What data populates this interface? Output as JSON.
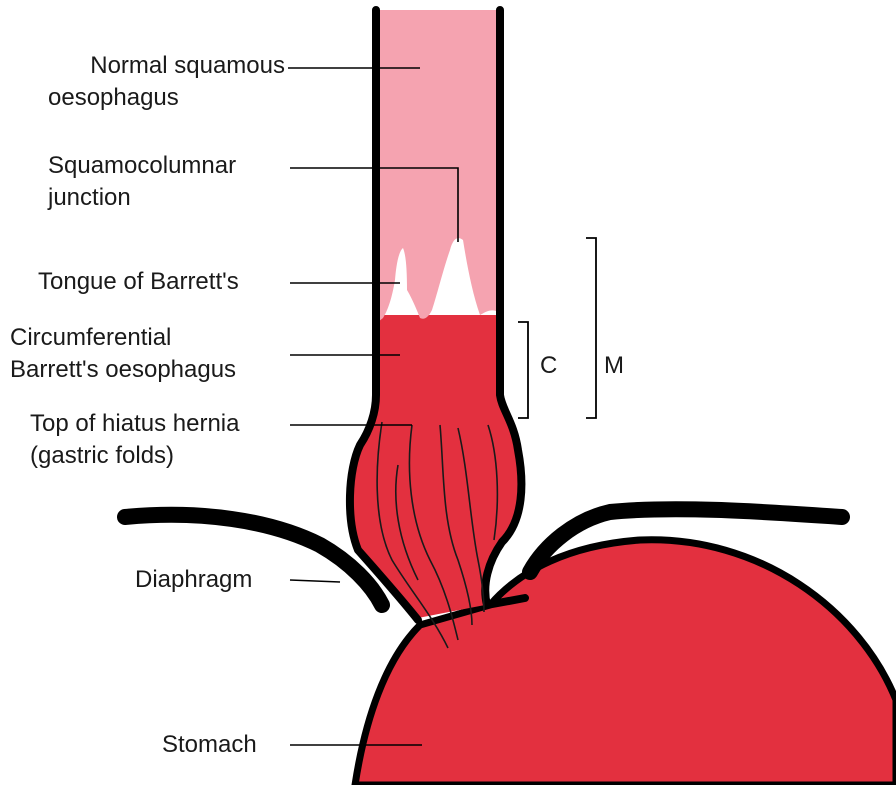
{
  "labels": {
    "normal_squamous": [
      "Normal squamous",
      "oesophagus"
    ],
    "squamocolumnar_junction": [
      "Squamocolumnar",
      "junction"
    ],
    "tongue_of_barretts": "Tongue of Barrett's",
    "circumferential_barretts": [
      "Circumferential",
      "Barrett's oesophagus"
    ],
    "top_of_hiatus_hernia": [
      "Top of hiatus hernia",
      "(gastric folds)"
    ],
    "diaphragm": "Diaphragm",
    "stomach": "Stomach"
  },
  "brackets": {
    "c": "C",
    "m": "M"
  },
  "colors": {
    "squamous_mucosa": "#f5a3b0",
    "barretts_mucosa": "#e3303f",
    "outline": "#000000",
    "background": "#ffffff"
  }
}
